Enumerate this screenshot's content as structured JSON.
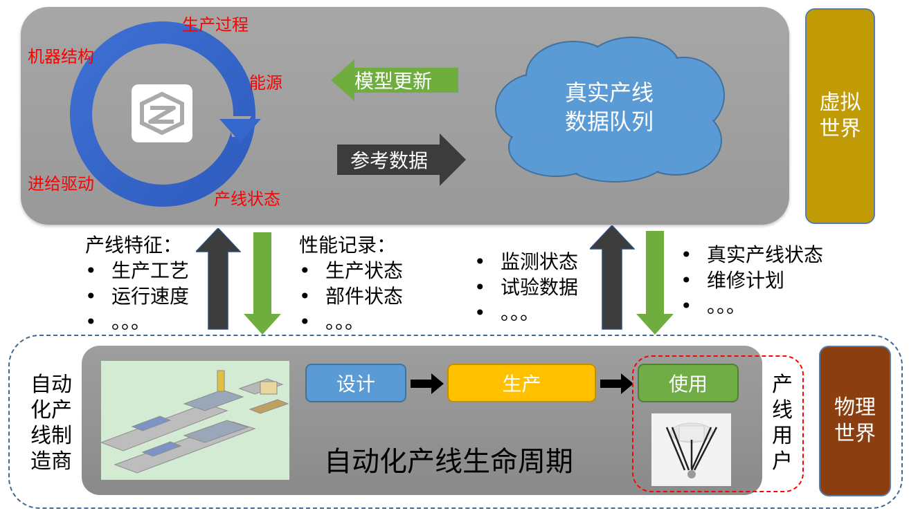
{
  "top_panel": {
    "cycle_labels": {
      "production_process": "生产过程",
      "machine_structure": "机器结构",
      "energy": "能源",
      "feed_drive": "进给驱动",
      "line_status": "产线状态"
    },
    "model_update": "模型更新",
    "reference_data": "参考数据",
    "cloud_line1": "真实产线",
    "cloud_line2": "数据队列"
  },
  "virtual_world": {
    "line1": "虚拟",
    "line2": "世界"
  },
  "physical_world": {
    "line1": "物理",
    "line2": "世界"
  },
  "mid": {
    "features": {
      "title": "产线特征：",
      "items": [
        "生产工艺",
        "运行速度",
        "。。。"
      ]
    },
    "performance": {
      "title": "性能记录：",
      "items": [
        "生产状态",
        "部件状态",
        "。。。"
      ]
    },
    "monitoring": {
      "items": [
        "监测状态",
        "试验数据",
        "。。。"
      ]
    },
    "real_state": {
      "items": [
        "真实产线状态",
        "维修计划",
        "。。。"
      ]
    },
    "bullet": "•"
  },
  "bottom": {
    "manufacturer_lines": [
      "自动",
      "化产",
      "线制",
      "造商"
    ],
    "user_lines": [
      "产",
      "线",
      "用",
      "户"
    ],
    "stages": {
      "design": "设计",
      "production": "生产",
      "use": "使用"
    },
    "lifecycle_title": "自动化产线生命周期"
  },
  "colors": {
    "panel_gray": "#a0a0a0",
    "cycle_blue": "#3f6fcf",
    "arrow_green": "#6fae3e",
    "arrow_dark": "#3c3c3c",
    "cloud_blue": "#5b9bd5",
    "virtual_gold": "#c19b06",
    "physical_brown": "#8b3e0f",
    "design_blue": "#5b9bd5",
    "production_yellow": "#ffc000",
    "use_green": "#70ad47",
    "label_red": "#ff0000"
  }
}
